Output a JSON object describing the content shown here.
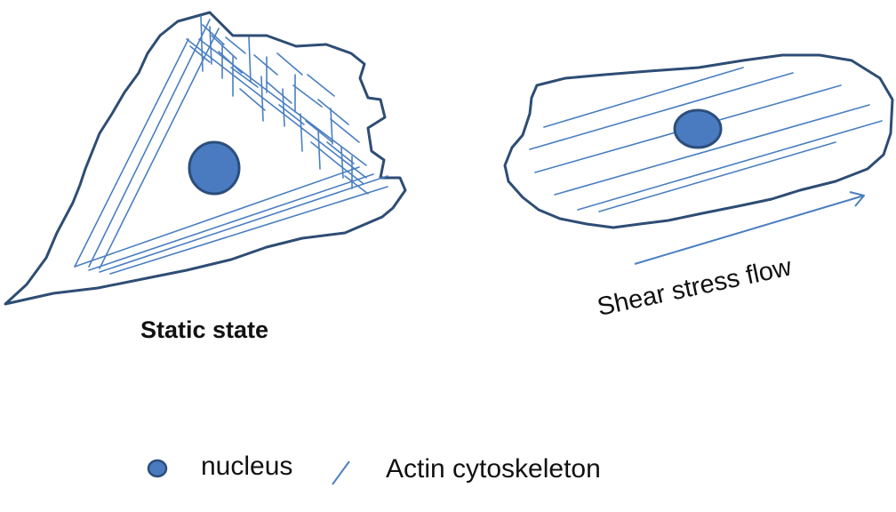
{
  "title": "",
  "labels": {
    "static_state": "Static state",
    "shear_stress_flow": "Shear stress flow"
  },
  "legend": {
    "nucleus": "nucleus",
    "actin": "Actin cytoskeleton"
  },
  "colors": {
    "outline": "#2e4d74",
    "fiber": "#4a7fc1",
    "nucleus_fill": "#4a7bc0",
    "nucleus_stroke": "#2c4e7c"
  }
}
